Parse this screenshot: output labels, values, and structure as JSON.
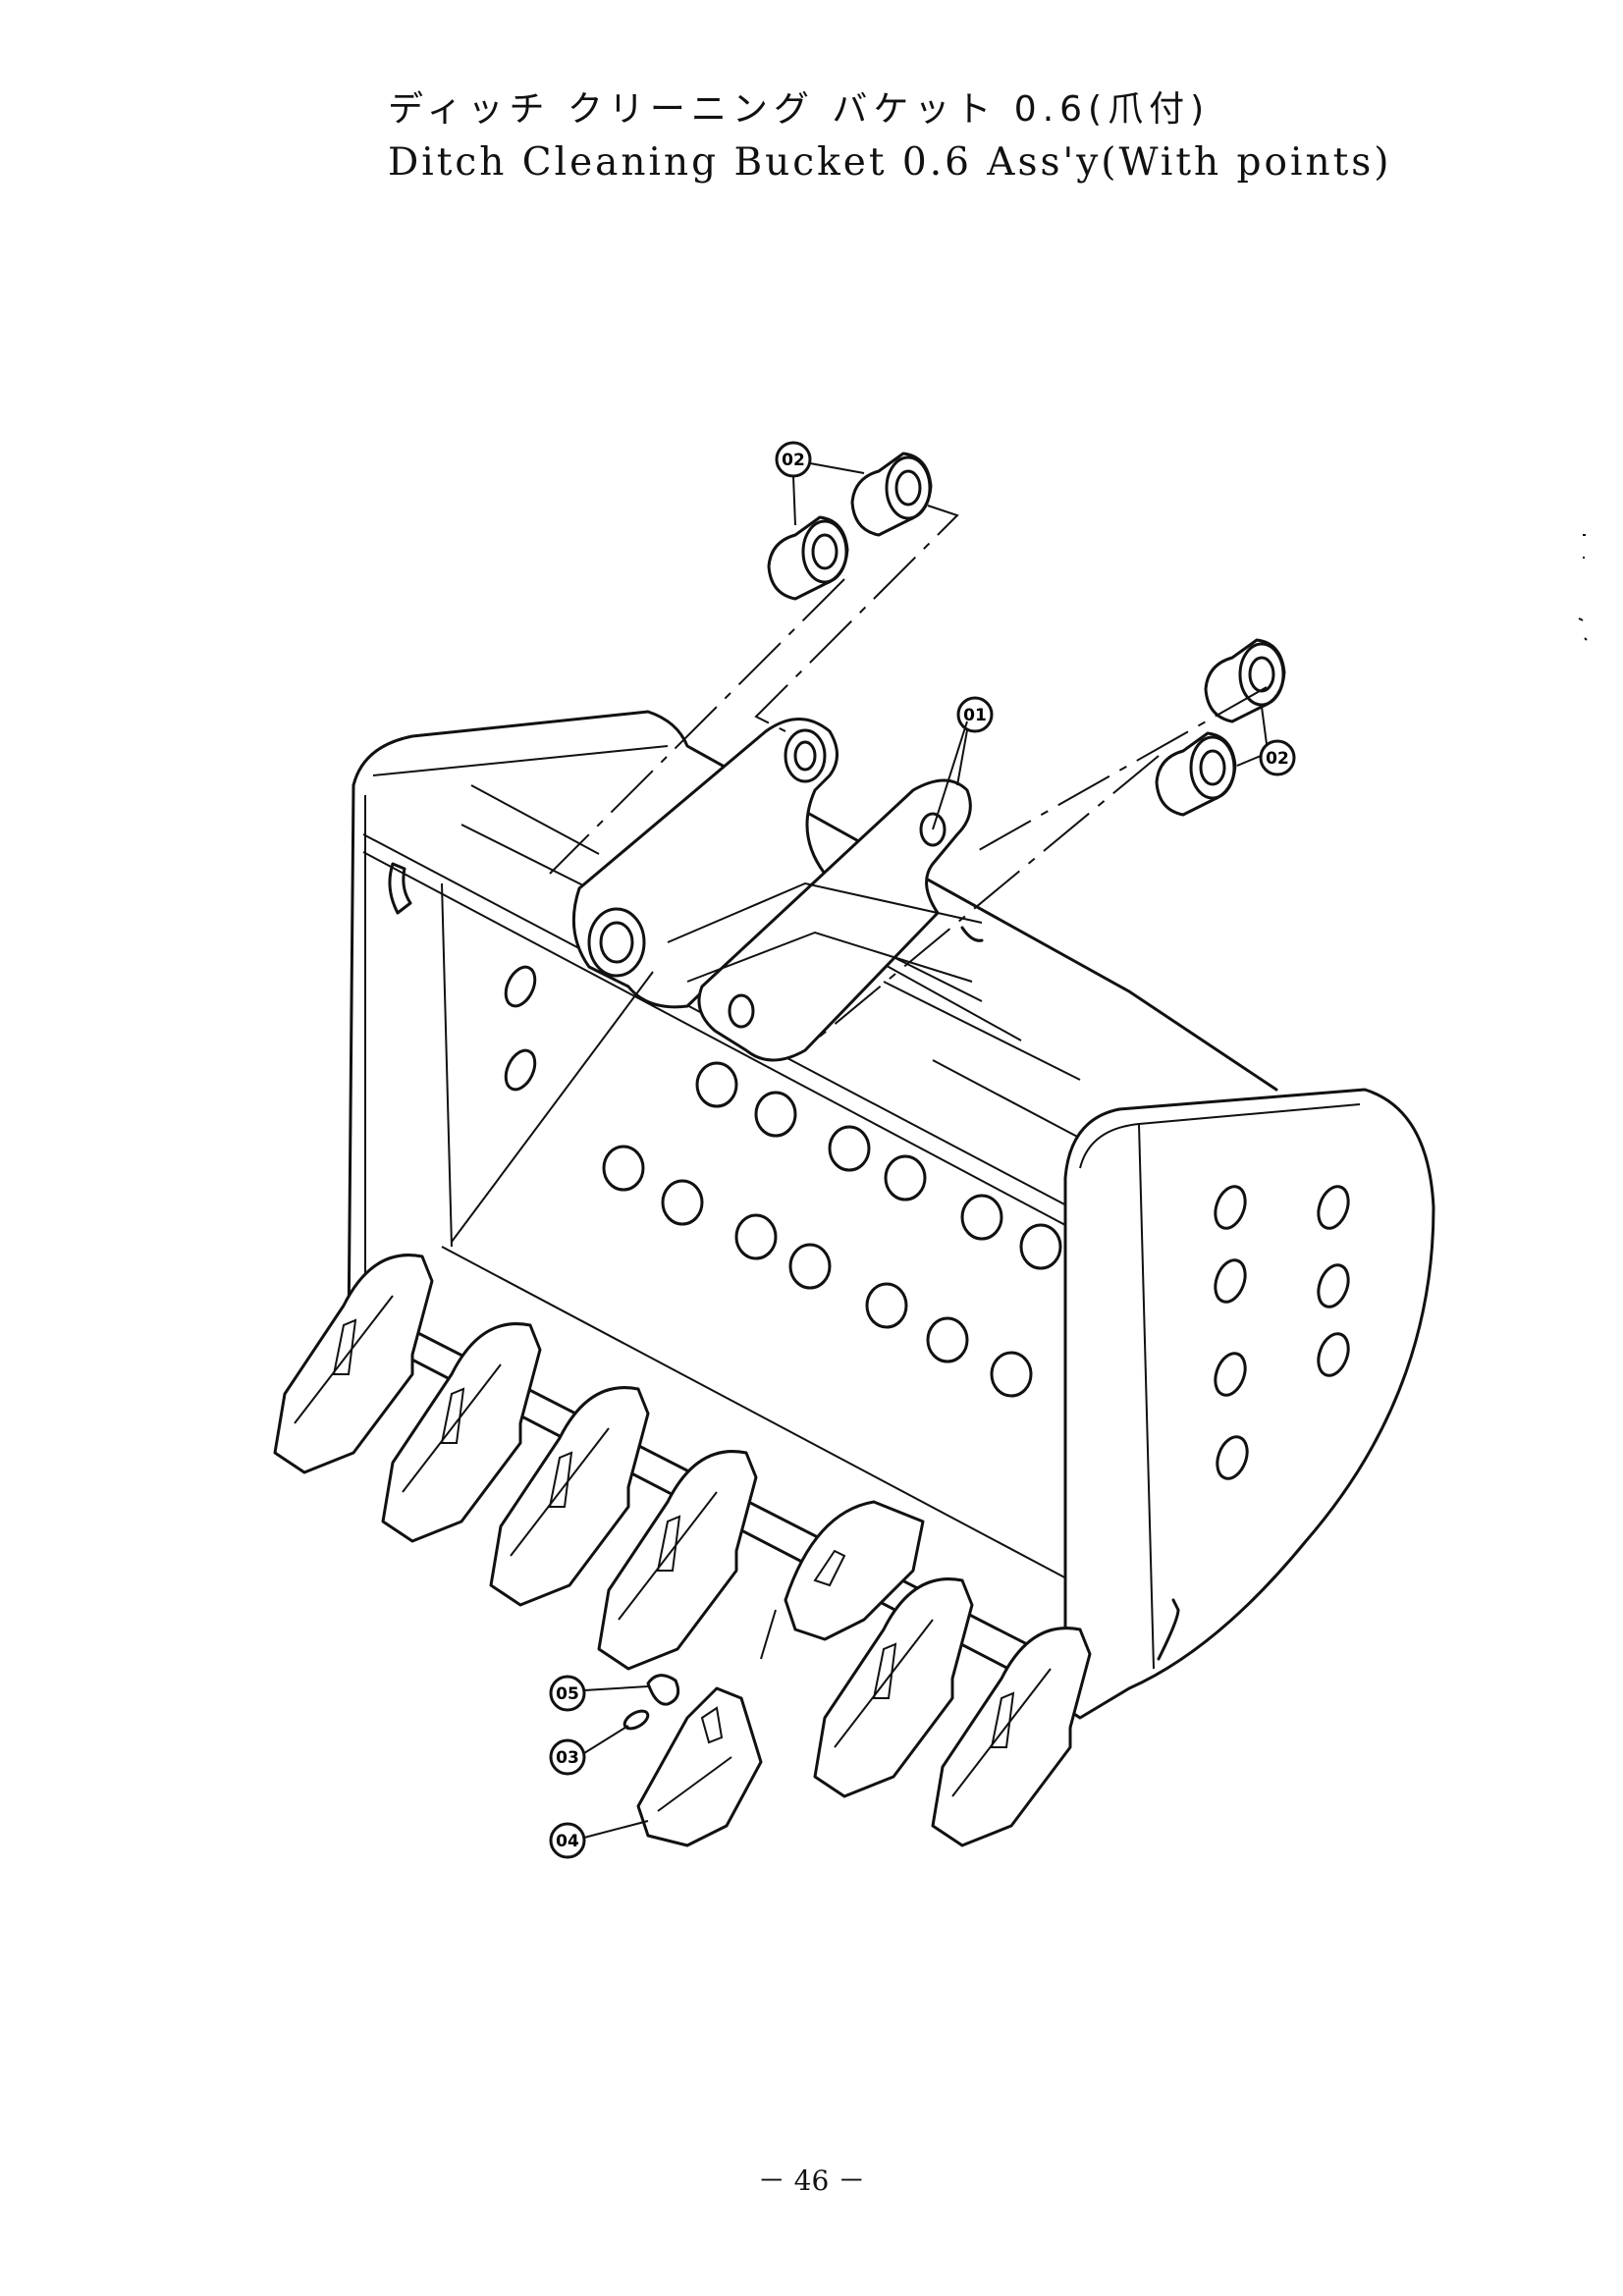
{
  "header": {
    "title_ja": "ディッチ クリーニング バケット 0.6(爪付)",
    "title_en": "Ditch Cleaning Bucket 0.6 Ass'y(With points)"
  },
  "callouts": [
    "02",
    "01",
    "02",
    "05",
    "03",
    "04"
  ],
  "footer": {
    "page_number": "－ 46 －"
  }
}
